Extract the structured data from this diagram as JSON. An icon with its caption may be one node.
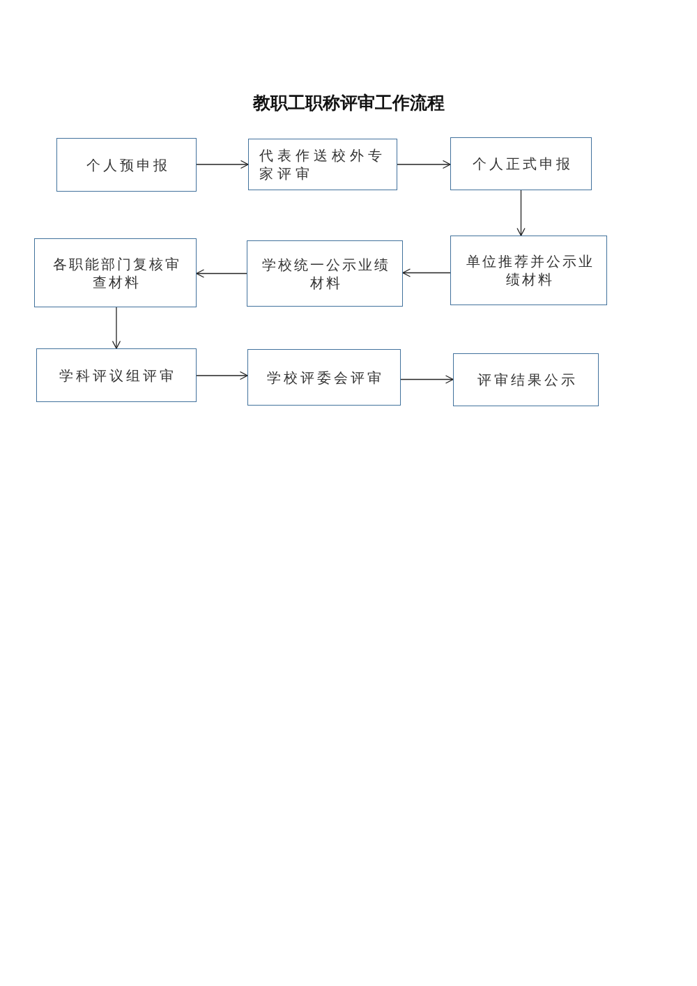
{
  "diagram": {
    "title": "教职工职称评审工作流程",
    "nodes": [
      {
        "text": [
          "个人预申报"
        ]
      },
      {
        "text": [
          "代表作送校外专家评审"
        ]
      },
      {
        "text": [
          "个人正式申报"
        ]
      },
      {
        "text": [
          "单位推荐并公示业绩材料"
        ]
      },
      {
        "text": [
          "学校统一公示业绩材料"
        ]
      },
      {
        "text": [
          "各职能部门复核审查材料"
        ]
      },
      {
        "text": [
          "学科评议组评审"
        ]
      },
      {
        "text": [
          "学校评委会评审"
        ]
      },
      {
        "text": [
          "评审结果公示"
        ]
      }
    ],
    "edges": [
      {
        "from": 0,
        "to": 1,
        "arrow": "to"
      },
      {
        "from": 1,
        "to": 2,
        "arrow": "to"
      },
      {
        "from": 2,
        "to": 3,
        "arrow": "to"
      },
      {
        "from": 3,
        "to": 4,
        "arrow": "to"
      },
      {
        "from": 4,
        "to": 5,
        "arrow": "to"
      },
      {
        "from": 5,
        "to": 6,
        "arrow": "to"
      },
      {
        "from": 6,
        "to": 7,
        "arrow": "to"
      },
      {
        "from": 7,
        "to": 8,
        "arrow": "to"
      }
    ]
  }
}
